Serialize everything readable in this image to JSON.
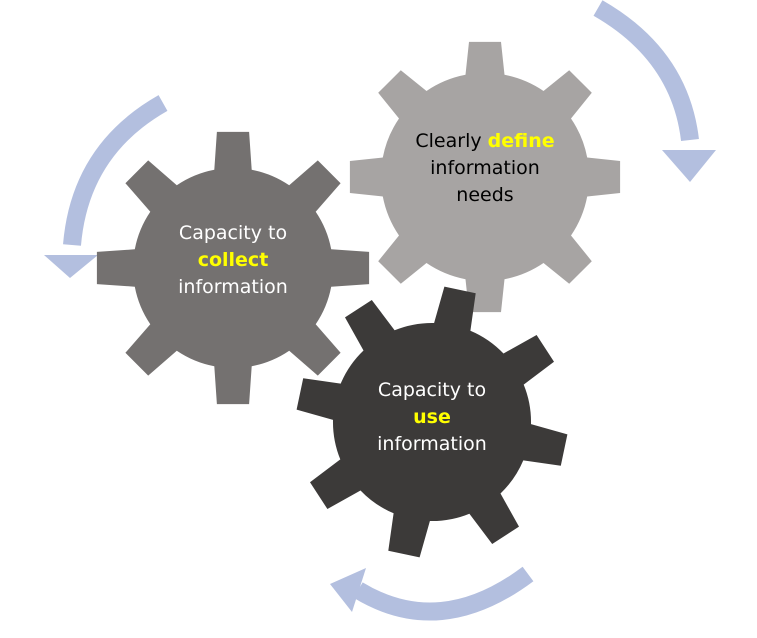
{
  "gears": [
    {
      "id": "define",
      "lines": [
        {
          "parts": [
            {
              "text": "Clearly ",
              "highlight": false
            },
            {
              "text": "define",
              "highlight": true
            }
          ]
        },
        {
          "parts": [
            {
              "text": "information",
              "highlight": false
            }
          ]
        },
        {
          "parts": [
            {
              "text": "needs",
              "highlight": false
            }
          ]
        }
      ],
      "fill": "#a7a4a3",
      "text_color": "#000000"
    },
    {
      "id": "collect",
      "lines": [
        {
          "parts": [
            {
              "text": "Capacity to",
              "highlight": false
            }
          ]
        },
        {
          "parts": [
            {
              "text": "collect",
              "highlight": true
            }
          ]
        },
        {
          "parts": [
            {
              "text": "information",
              "highlight": false
            }
          ]
        }
      ],
      "fill": "#747170",
      "text_color": "#ffffff"
    },
    {
      "id": "use",
      "lines": [
        {
          "parts": [
            {
              "text": "Capacity to",
              "highlight": false
            }
          ]
        },
        {
          "parts": [
            {
              "text": "use",
              "highlight": true
            }
          ]
        },
        {
          "parts": [
            {
              "text": "information",
              "highlight": false
            }
          ]
        }
      ],
      "fill": "#3c3a39",
      "text_color": "#ffffff"
    }
  ],
  "colors": {
    "highlight": "#ffff00",
    "arrow": "#b3bfdf",
    "background": "#ffffff"
  },
  "arrows": [
    "top-right-arrow",
    "left-arrow",
    "bottom-arrow"
  ]
}
